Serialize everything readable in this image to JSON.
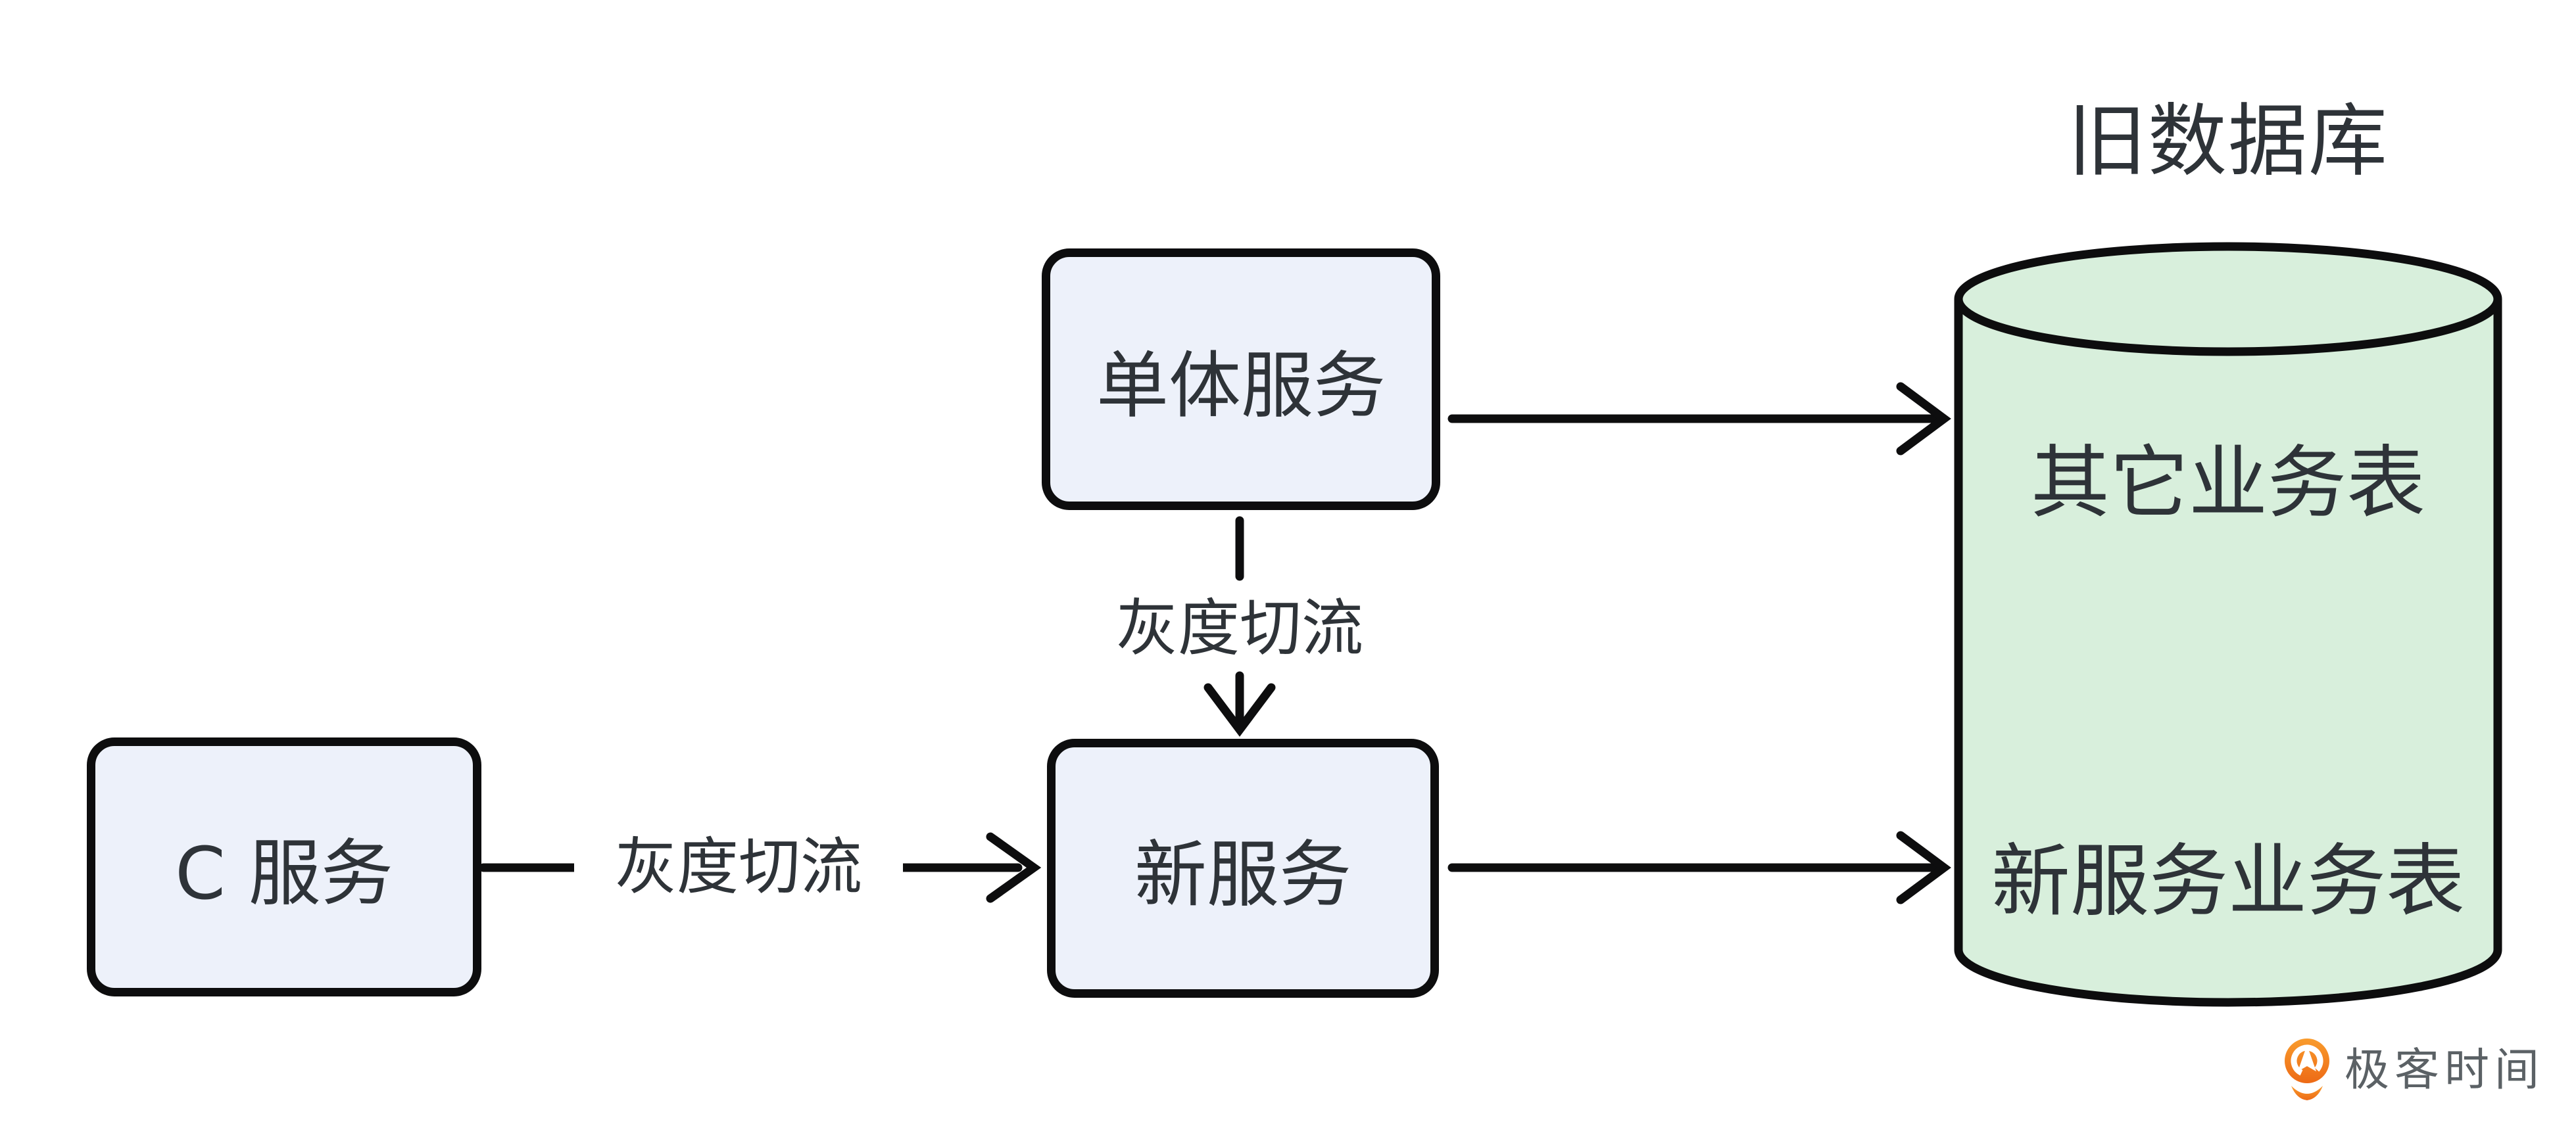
{
  "theme": {
    "stroke": "#0d0d0e",
    "text": "#2e3338",
    "service-fill": "#edf1fa",
    "db-fill": "#d8efdc",
    "brand-orange": "#ed6a15",
    "brand-orange-light": "#f99c2d",
    "brand-text": "#5b6165",
    "canvas": "#ffffff"
  },
  "diagram": {
    "database": {
      "title": "旧数据库",
      "tables": [
        {
          "label": "其它业务表"
        },
        {
          "label": "新服务业务表"
        }
      ]
    },
    "nodes": {
      "monolith": {
        "label": "单体服务"
      },
      "c_service": {
        "label": "C 服务"
      },
      "new_service": {
        "label": "新服务"
      }
    },
    "edges": {
      "c_to_new": {
        "label": "灰度切流"
      },
      "monolith_to_new": {
        "label": "灰度切流"
      }
    }
  },
  "footer": {
    "brand": "极客时间"
  }
}
